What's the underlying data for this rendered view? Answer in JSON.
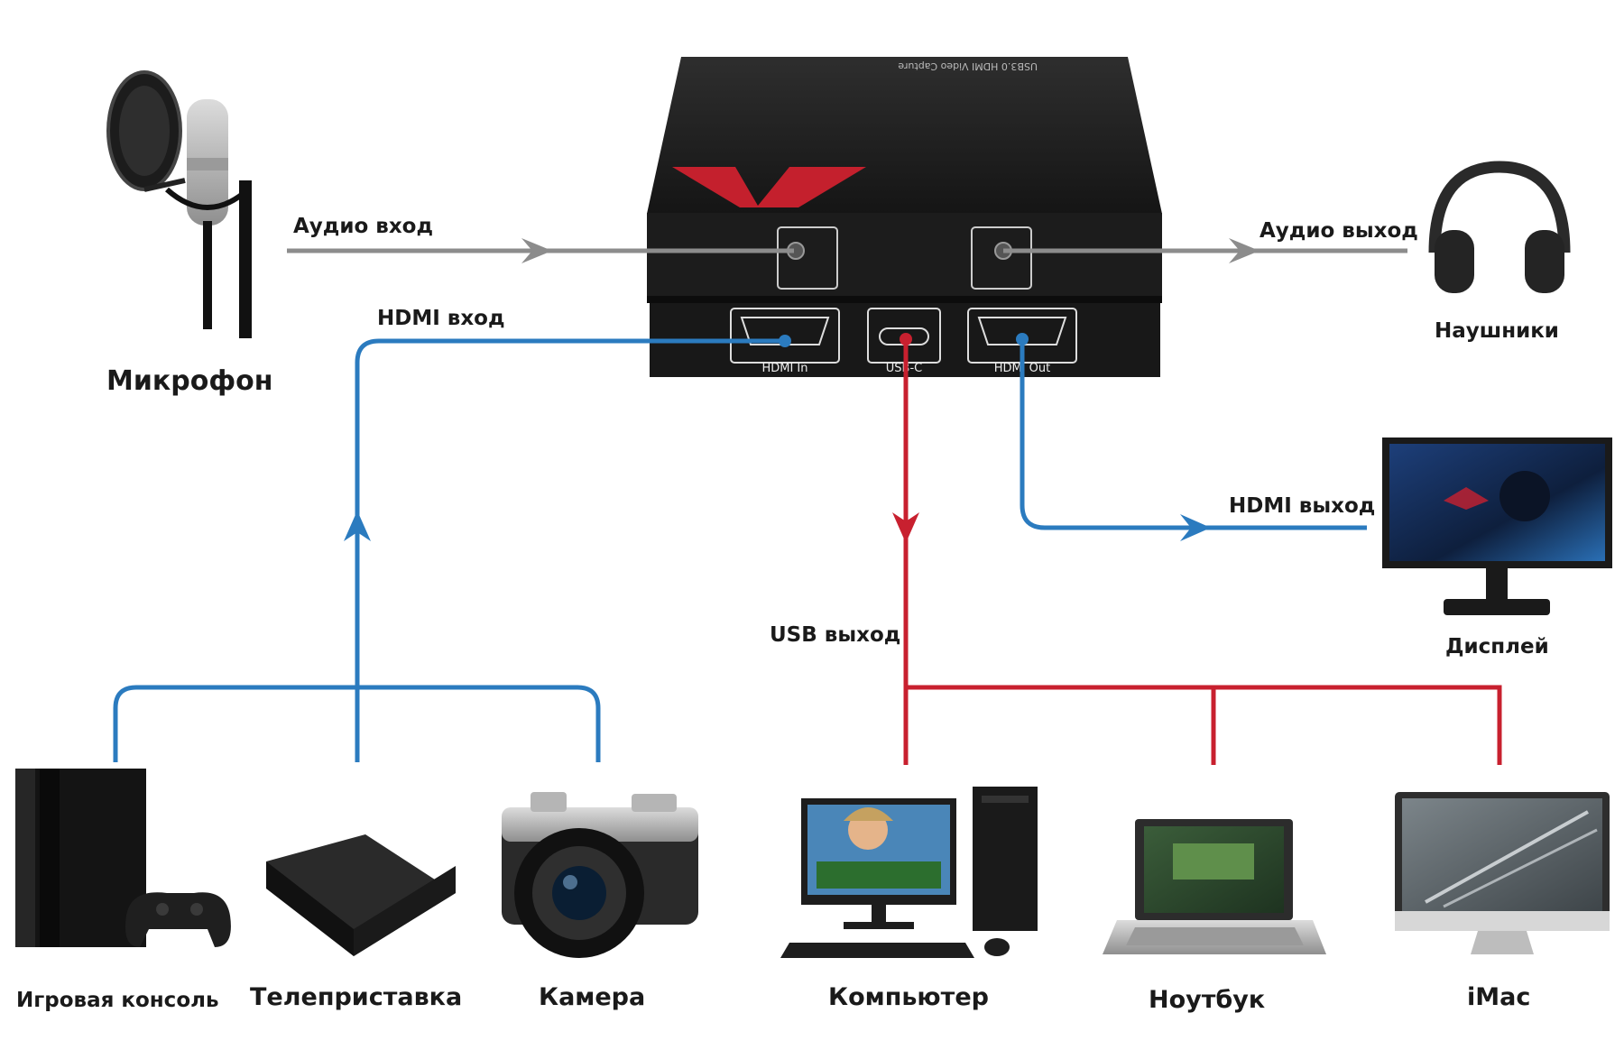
{
  "device": {
    "top_text": "USB3.0 HDMI Video Capture",
    "port_hdmi_in": "HDMI In",
    "port_usbc": "USB-C",
    "port_hdmi_out": "HDMI Out"
  },
  "connections": {
    "audio_in": "Аудио вход",
    "audio_out": "Аудио выход",
    "hdmi_in": "HDMI вход",
    "hdmi_out": "HDMI выход",
    "usb_out": "USB выход"
  },
  "devices": {
    "microphone": "Микрофон",
    "headphones": "Наушники",
    "display": "Дисплей",
    "console": "Игровая консоль",
    "settopbox": "Телеприставка",
    "camera": "Камера",
    "computer": "Компьютер",
    "laptop": "Ноутбук",
    "imac": "iMac"
  },
  "colors": {
    "hdmi_line": "#2b7bbf",
    "usb_line": "#c8202f",
    "audio_line": "#8c8c8c",
    "device_body": "#1e1e1e"
  }
}
